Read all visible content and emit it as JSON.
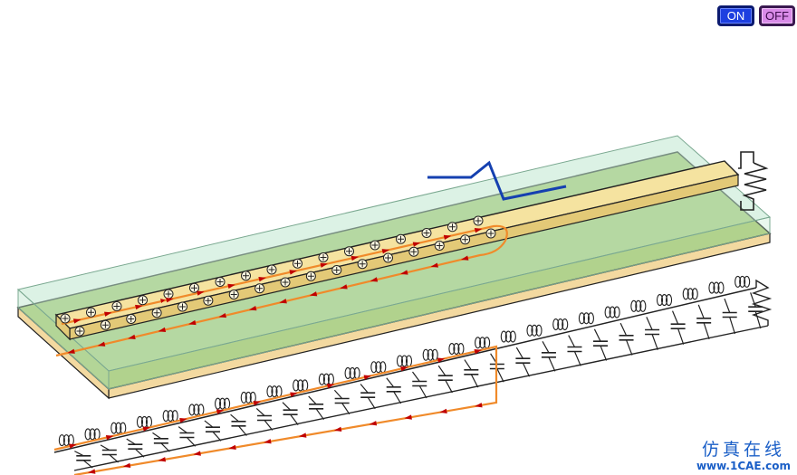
{
  "controls": {
    "on_label": "ON",
    "off_label": "OFF"
  },
  "watermark": {
    "line1": "仿真在线",
    "line2": "www.1CAE.com"
  },
  "colors": {
    "substrate": "#a7c46a",
    "substrate_side": "#f3d9a0",
    "dielectric_overlay": "#bfe7cf",
    "trace": "#f5e3a0",
    "current_path": "#f08a2a",
    "arrow": "#c00000",
    "wave": "#1540b0",
    "circuit": "#222222"
  },
  "icons": [
    "plus-charge-icon",
    "inductor-coil-icon",
    "capacitor-icon",
    "current-arrow-icon",
    "voltage-source-icon"
  ]
}
